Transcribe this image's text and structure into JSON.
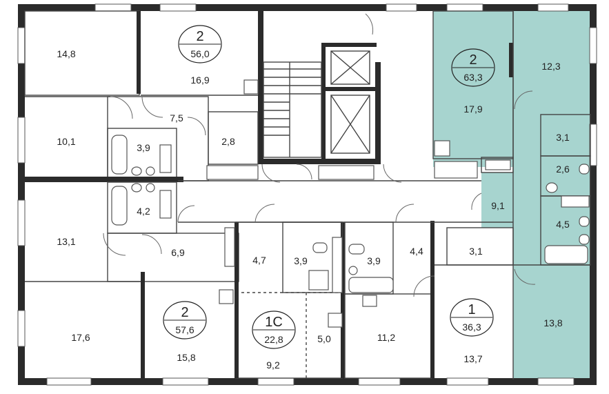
{
  "colors": {
    "wall": "#2b2b2b",
    "highlight": "#a7d4cf",
    "highlight_dark": "#3f6f6a",
    "background": "#ffffff"
  },
  "apartments": [
    {
      "id": "apt-2-56",
      "rooms": "2",
      "area": "56,0"
    },
    {
      "id": "apt-2-63",
      "rooms": "2",
      "area": "63,3"
    },
    {
      "id": "apt-2-57",
      "rooms": "2",
      "area": "57,6"
    },
    {
      "id": "apt-1c-22",
      "rooms": "1С",
      "area": "22,8"
    },
    {
      "id": "apt-1-36",
      "rooms": "1",
      "area": "36,3"
    }
  ],
  "rooms": [
    "14,8",
    "16,9",
    "7,5",
    "2,8",
    "10,1",
    "3,9",
    "4,2",
    "13,1",
    "6,9",
    "17,6",
    "15,8",
    "4,7",
    "3,9",
    "3,9",
    "4,4",
    "3,1",
    "9,2",
    "5,0",
    "11,2",
    "13,7",
    "17,9",
    "12,3",
    "3,1",
    "2,6",
    "9,1",
    "4,5",
    "13,8"
  ]
}
